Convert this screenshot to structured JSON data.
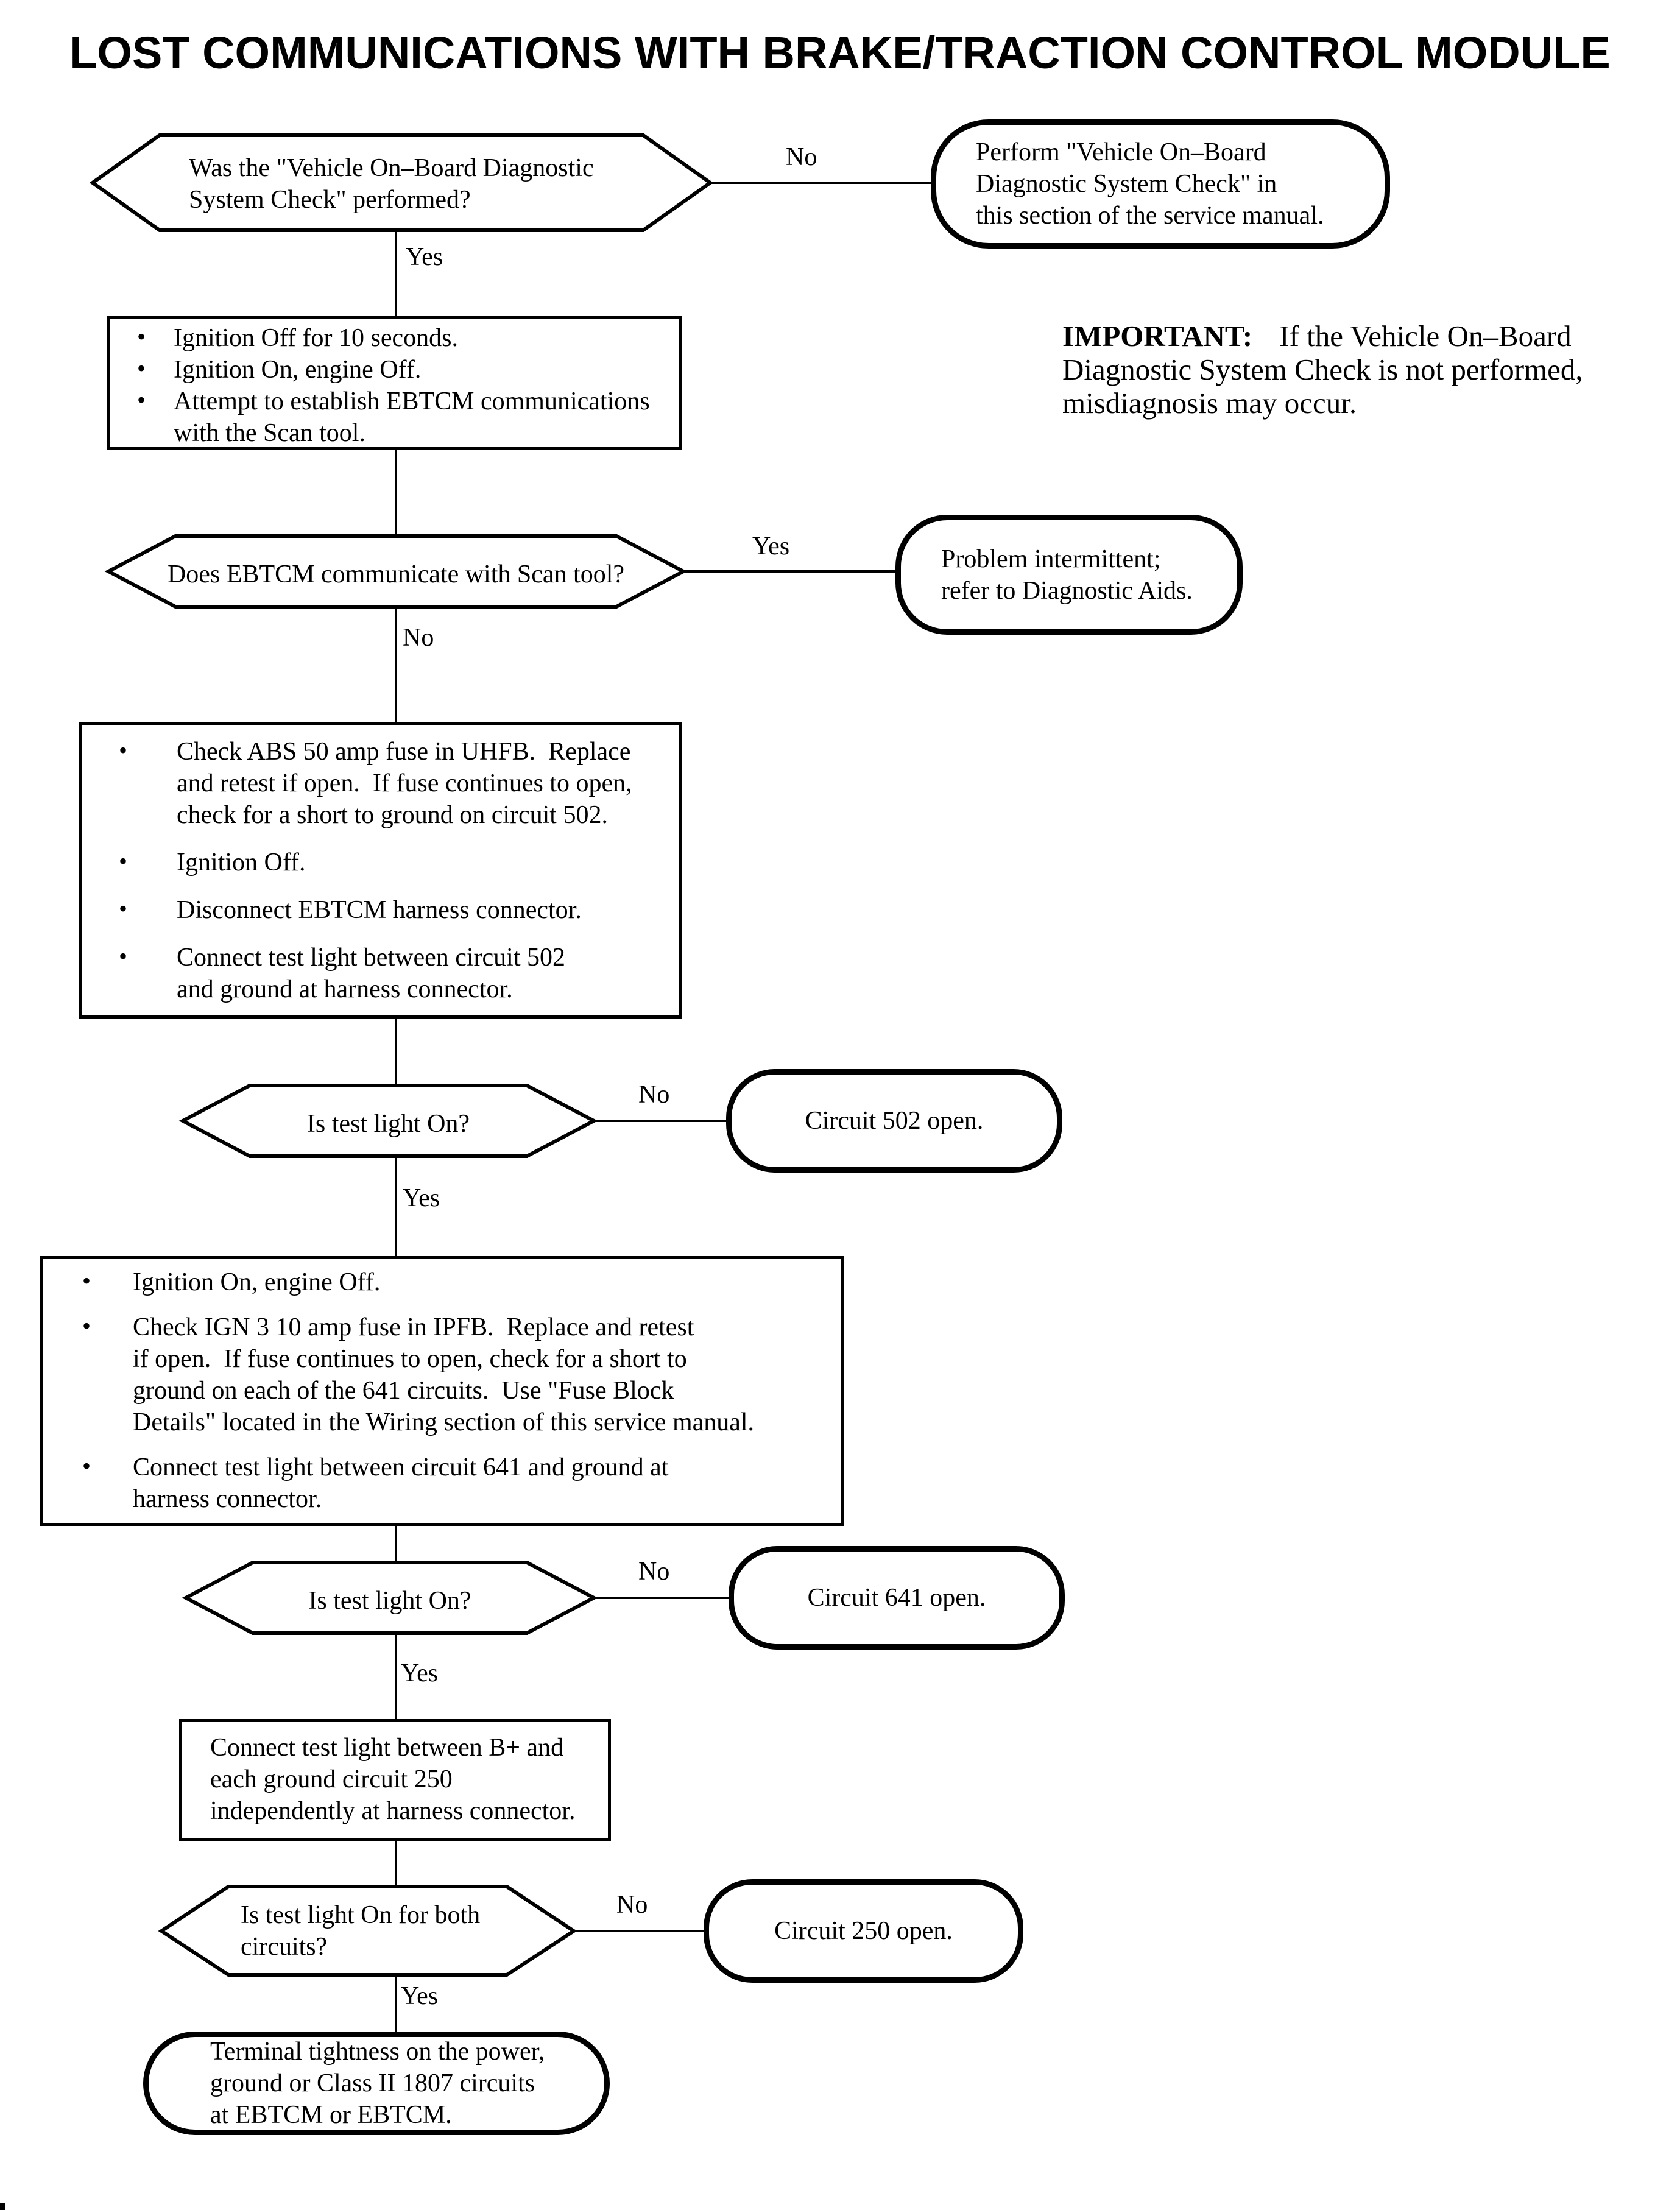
{
  "title": "LOST COMMUNICATIONS WITH BRAKE/TRACTION CONTROL MODULE",
  "glyphs": {
    "bullet": "•"
  },
  "labels": {
    "yes": "Yes",
    "no": "No"
  },
  "important": {
    "label": "IMPORTANT:",
    "text": "If the Vehicle On–Board Diagnostic System Check is not performed, misdiagnosis may occur."
  },
  "nodes": {
    "q_system_check": {
      "lines": [
        "Was the \"Vehicle On–Board Diagnostic",
        "System Check\" performed?"
      ]
    },
    "t_perform_check": {
      "lines": [
        "Perform \"Vehicle On–Board",
        "Diagnostic System Check\" in",
        "this section of the service manual."
      ]
    },
    "p_retry_comms": {
      "bullets": [
        {
          "lines": [
            "Ignition Off for 10 seconds."
          ]
        },
        {
          "lines": [
            "Ignition On, engine Off."
          ]
        },
        {
          "lines": [
            "Attempt to establish EBTCM communications",
            "with the Scan tool."
          ]
        }
      ]
    },
    "q_ebtcm_comms": {
      "lines": [
        "Does EBTCM communicate with Scan tool?"
      ]
    },
    "t_intermittent": {
      "lines": [
        "Problem intermittent;",
        "refer to Diagnostic Aids."
      ]
    },
    "p_check_abs_fuse": {
      "bullets": [
        {
          "lines": [
            "Check ABS 50 amp fuse in UHFB.  Replace",
            "and retest if open.  If fuse continues to open,",
            "check for a short to ground on circuit 502."
          ]
        },
        {
          "lines": [
            "Ignition Off."
          ]
        },
        {
          "lines": [
            "Disconnect EBTCM harness connector."
          ]
        },
        {
          "lines": [
            "Connect test light between circuit 502",
            "and ground at harness connector."
          ]
        }
      ]
    },
    "q_test_light_1": {
      "lines": [
        "Is test light On?"
      ]
    },
    "t_circuit_502": {
      "lines": [
        "Circuit 502 open."
      ]
    },
    "p_check_ign_fuse": {
      "bullets": [
        {
          "lines": [
            "Ignition On, engine Off."
          ]
        },
        {
          "lines": [
            "Check IGN 3 10 amp fuse in IPFB.  Replace and retest",
            "if open.  If fuse continues to open, check for a short to",
            "ground on each of the 641 circuits.  Use \"Fuse Block",
            "Details\" located in the Wiring section of this service manual."
          ]
        },
        {
          "lines": [
            "Connect test light between circuit 641 and ground at",
            "harness connector."
          ]
        }
      ]
    },
    "q_test_light_2": {
      "lines": [
        "Is test light On?"
      ]
    },
    "t_circuit_641": {
      "lines": [
        "Circuit 641 open."
      ]
    },
    "p_test_ground_250": {
      "lines": [
        "Connect test light between B+ and",
        "each ground circuit 250",
        "independently at harness connector."
      ]
    },
    "q_test_light_both": {
      "lines": [
        "Is test light On for both",
        "circuits?"
      ]
    },
    "t_circuit_250": {
      "lines": [
        "Circuit 250 open."
      ]
    },
    "t_terminal_tightness": {
      "lines": [
        "Terminal tightness on the power,",
        "ground or Class II 1807 circuits",
        "at EBTCM or EBTCM."
      ]
    }
  }
}
